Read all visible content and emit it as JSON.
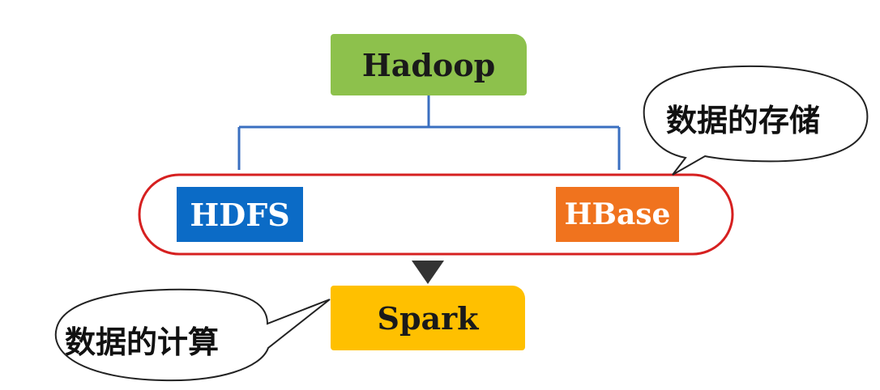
{
  "nodes": {
    "hadoop": {
      "label": "Hadoop",
      "color": "#8dc14c"
    },
    "hdfs": {
      "label": "HDFS",
      "color": "#0b6bc6"
    },
    "hbase": {
      "label": "HBase",
      "color": "#f0731e"
    },
    "spark": {
      "label": "Spark",
      "color": "#ffc000"
    }
  },
  "callouts": {
    "storage": "数据的存储",
    "compute": "数据的计算"
  },
  "colors": {
    "connector": "#3a6fc0",
    "storage_group_border": "#d62020",
    "arrow": "#333333"
  }
}
